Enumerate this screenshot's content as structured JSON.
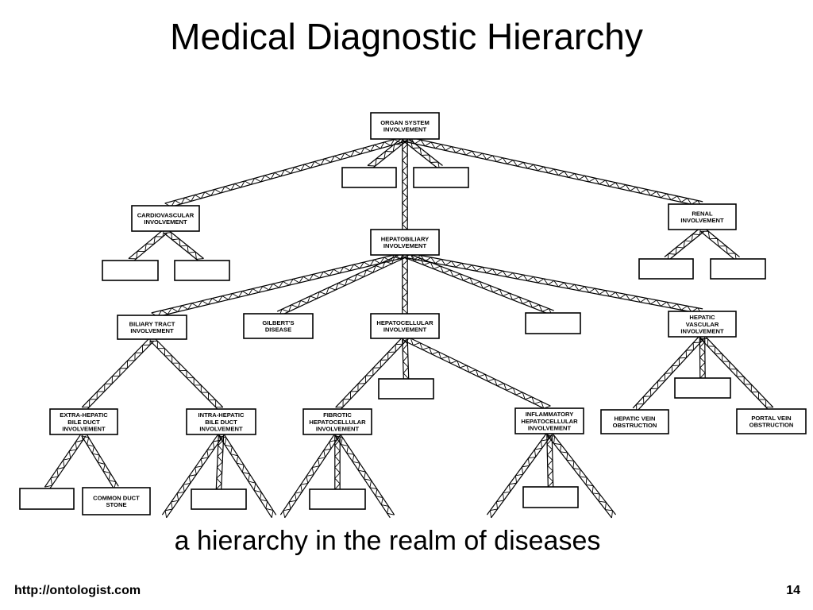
{
  "slide": {
    "title": "Medical Diagnostic Hierarchy",
    "subtitle": "a hierarchy in the realm of diseases",
    "footer_url": "http://ontologist.com",
    "page_number": "14"
  },
  "nodes": [
    {
      "id": "organ",
      "lines": [
        "ORGAN SYSTEM",
        "INVOLVEMENT"
      ]
    },
    {
      "id": "blank-organ-1",
      "lines": []
    },
    {
      "id": "blank-organ-2",
      "lines": []
    },
    {
      "id": "cardio",
      "lines": [
        "CARDIOVASCULAR",
        "INVOLVEMENT"
      ]
    },
    {
      "id": "renal",
      "lines": [
        "RENAL",
        "INVOLVEMENT"
      ]
    },
    {
      "id": "hepatobiliary",
      "lines": [
        "HEPATOBILIARY",
        "INVOLVEMENT"
      ]
    },
    {
      "id": "blank-cardio-1",
      "lines": []
    },
    {
      "id": "blank-cardio-2",
      "lines": []
    },
    {
      "id": "blank-renal-1",
      "lines": []
    },
    {
      "id": "blank-renal-2",
      "lines": []
    },
    {
      "id": "biliary",
      "lines": [
        "BILIARY TRACT",
        "INVOLVEMENT"
      ]
    },
    {
      "id": "gilbert",
      "lines": [
        "GILBERT'S",
        "DISEASE"
      ]
    },
    {
      "id": "hepatocellular",
      "lines": [
        "HEPATOCELLULAR",
        "INVOLVEMENT"
      ]
    },
    {
      "id": "blank-hepatobiliary",
      "lines": []
    },
    {
      "id": "hepatic-vascular",
      "lines": [
        "HEPATIC",
        "VASCULAR",
        "INVOLVEMENT"
      ]
    },
    {
      "id": "blank-hepatocellular",
      "lines": []
    },
    {
      "id": "blank-vascular",
      "lines": []
    },
    {
      "id": "extra-hepatic",
      "lines": [
        "EXTRA-HEPATIC",
        "BILE DUCT",
        "INVOLVEMENT"
      ]
    },
    {
      "id": "intra-hepatic",
      "lines": [
        "INTRA-HEPATIC",
        "BILE DUCT",
        "INVOLVEMENT"
      ]
    },
    {
      "id": "fibrotic",
      "lines": [
        "FIBROTIC",
        "HEPATOCELLULAR",
        "INVOLVEMENT"
      ]
    },
    {
      "id": "inflammatory",
      "lines": [
        "INFLAMMATORY",
        "HEPATOCELLULAR",
        "INVOLVEMENT"
      ]
    },
    {
      "id": "hepatic-vein",
      "lines": [
        "HEPATIC VEIN",
        "OBSTRUCTION"
      ]
    },
    {
      "id": "portal-vein",
      "lines": [
        "PORTAL VEIN",
        "OBSTRUCTION"
      ]
    },
    {
      "id": "blank-extra",
      "lines": []
    },
    {
      "id": "common-duct",
      "lines": [
        "COMMON DUCT",
        "STONE"
      ]
    },
    {
      "id": "blank-intra",
      "lines": []
    },
    {
      "id": "blank-fibrotic",
      "lines": []
    },
    {
      "id": "blank-inflammatory",
      "lines": []
    }
  ],
  "edges": [
    [
      "organ",
      "blank-organ-1"
    ],
    [
      "organ",
      "blank-organ-2"
    ],
    [
      "organ",
      "cardio"
    ],
    [
      "organ",
      "renal"
    ],
    [
      "organ",
      "hepatobiliary"
    ],
    [
      "cardio",
      "blank-cardio-1"
    ],
    [
      "cardio",
      "blank-cardio-2"
    ],
    [
      "renal",
      "blank-renal-1"
    ],
    [
      "renal",
      "blank-renal-2"
    ],
    [
      "hepatobiliary",
      "biliary"
    ],
    [
      "hepatobiliary",
      "gilbert"
    ],
    [
      "hepatobiliary",
      "hepatocellular"
    ],
    [
      "hepatobiliary",
      "blank-hepatobiliary"
    ],
    [
      "hepatobiliary",
      "hepatic-vascular"
    ],
    [
      "hepatocellular",
      "blank-hepatocellular"
    ],
    [
      "hepatocellular",
      "fibrotic"
    ],
    [
      "hepatocellular",
      "inflammatory"
    ],
    [
      "hepatic-vascular",
      "blank-vascular"
    ],
    [
      "hepatic-vascular",
      "hepatic-vein"
    ],
    [
      "hepatic-vascular",
      "portal-vein"
    ],
    [
      "biliary",
      "extra-hepatic"
    ],
    [
      "biliary",
      "intra-hepatic"
    ],
    [
      "extra-hepatic",
      "blank-extra"
    ],
    [
      "extra-hepatic",
      "common-duct"
    ],
    [
      "intra-hepatic",
      "blank-intra"
    ],
    [
      "fibrotic",
      "blank-fibrotic"
    ],
    [
      "inflammatory",
      "blank-inflammatory"
    ]
  ],
  "truncated_edges": [
    "intra-hepatic",
    "fibrotic",
    "inflammatory"
  ]
}
